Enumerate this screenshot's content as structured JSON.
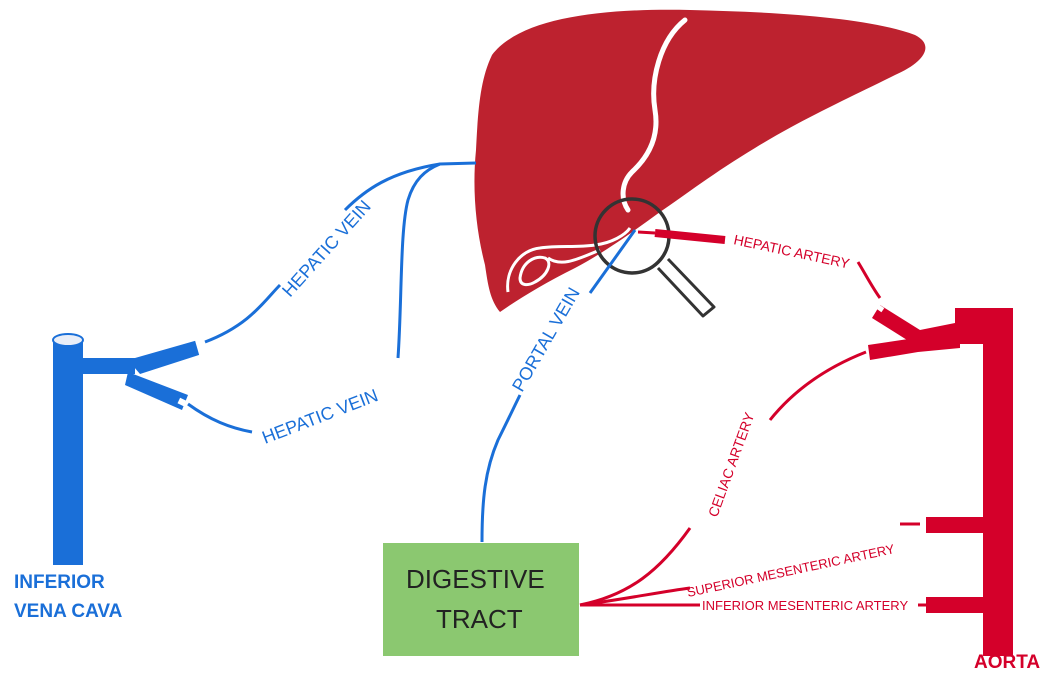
{
  "labels": {
    "hepatic_vein_upper": "HEPATIC VEIN",
    "hepatic_vein_lower": "HEPATIC VEIN",
    "portal_vein": "PORTAL VEIN",
    "hepatic_artery": "HEPATIC ARTERY",
    "celiac_artery": "CELIAC ARTERY",
    "superior_mesenteric_artery": "SUPERIOR MESENTERIC ARTERY",
    "inferior_mesenteric_artery": "INFERIOR MESENTERIC ARTERY",
    "ivc_line1": "INFERIOR",
    "ivc_line2": "VENA CAVA",
    "aorta": "AORTA",
    "digestive_line1": "DIGESTIVE",
    "digestive_line2": "TRACT"
  },
  "colors": {
    "vein_blue": "#1a6fd8",
    "artery_red": "#d4002a",
    "liver_red": "#bd222f",
    "digestive_green": "#8bc870",
    "magnifier_gray": "#333333"
  },
  "icons": {
    "magnifier": "magnifying-glass-icon"
  }
}
